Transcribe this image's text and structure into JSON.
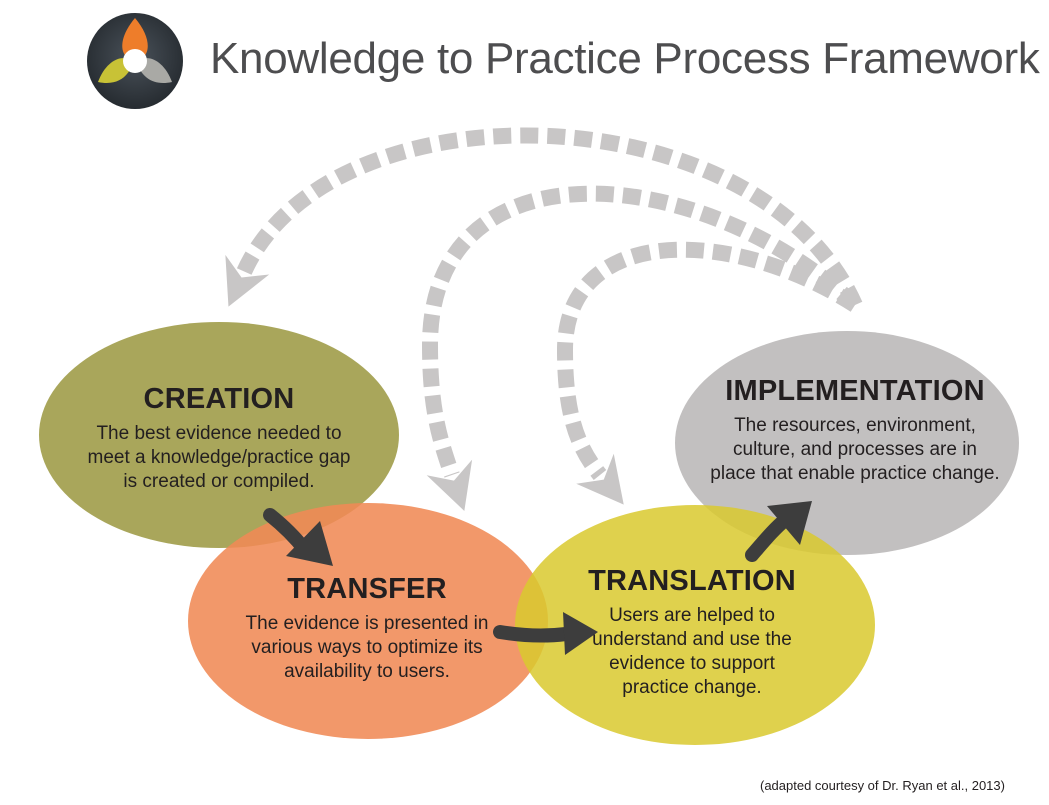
{
  "title": "Knowledge to Practice Process Framework",
  "logo": {
    "icon": "three-petal-logo-icon"
  },
  "stages": {
    "creation": {
      "heading": "CREATION",
      "lines": [
        "The best evidence needed to",
        "meet a knowledge/practice gap",
        "is created or compiled."
      ],
      "color": "#a39f4f"
    },
    "transfer": {
      "heading": "TRANSFER",
      "lines": [
        "The evidence is presented in",
        "various ways to optimize its",
        "availability to users."
      ],
      "color": "#f08a55"
    },
    "translation": {
      "heading": "TRANSLATION",
      "lines": [
        "Users are helped to",
        "understand and use the",
        "evidence to support",
        "practice change."
      ],
      "color": "#d9c92e"
    },
    "implementation": {
      "heading": "IMPLEMENTATION",
      "lines": [
        "The resources, environment,",
        "culture, and processes are in",
        "place that enable practice change."
      ],
      "color": "#bdbbbb"
    }
  },
  "citation": "(adapted courtesy of Dr. Ryan et al., 2013)",
  "colors": {
    "dashed_arrow": "#c8c6c6",
    "solid_arrow": "#3d3d3d",
    "title_text": "#4d4d4f",
    "logo_ring": "#2b3035",
    "logo_orange": "#ee7d2a",
    "logo_yellow": "#c8c236",
    "logo_gray": "#a9a9a5"
  }
}
